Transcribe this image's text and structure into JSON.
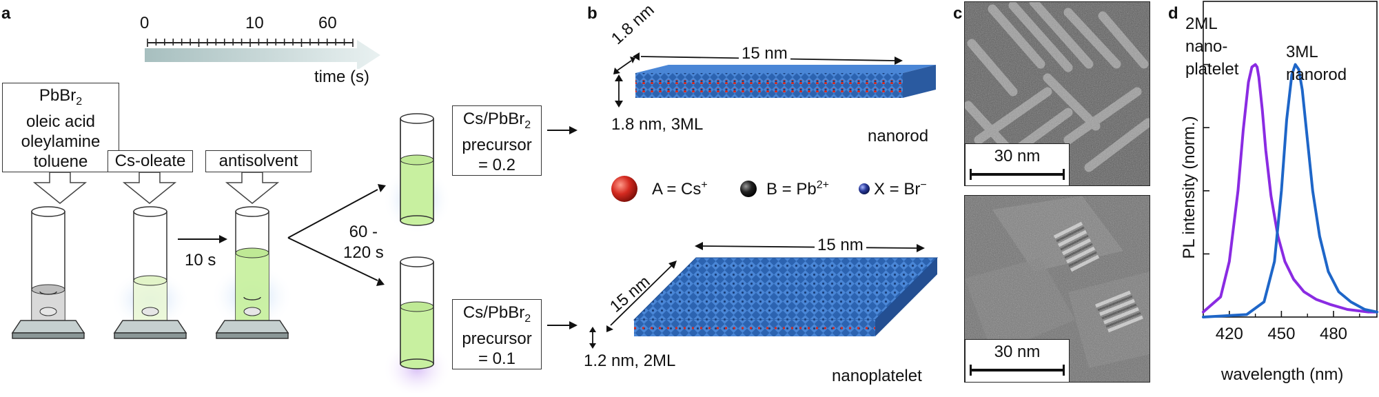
{
  "panels": {
    "a": "a",
    "b": "b",
    "c": "c",
    "d": "d"
  },
  "timeline": {
    "ticks": [
      "0",
      "10",
      "60"
    ],
    "axis_label": "time (s)"
  },
  "reagent_box": [
    "PbBr",
    "oleic acid",
    "oleylamine",
    "toluene"
  ],
  "reagent_subscript": "2",
  "cs_oleate": "Cs-oleate",
  "antisolvent": "antisolvent",
  "step_time": "10 s",
  "branch_time": [
    "60 -",
    "120 s"
  ],
  "precursor_top": {
    "line1": "Cs/PbBr",
    "sub": "2",
    "line2": "precursor",
    "line3": "= 0.2"
  },
  "precursor_bottom": {
    "line1": "Cs/PbBr",
    "sub": "2",
    "line2": "precursor",
    "line3": "= 0.1"
  },
  "nanorod": {
    "width": "1.8 nm",
    "length": "15 nm",
    "thickness": "1.8 nm, 3ML",
    "name": "nanorod"
  },
  "nanoplatelet": {
    "width": "15 nm",
    "length": "15 nm",
    "thickness": "1.2 nm, 2ML",
    "name": "nanoplatelet"
  },
  "legend": {
    "a": {
      "text": "A = Cs",
      "sup": "+"
    },
    "b": {
      "text": "B = Pb",
      "sup": "2+"
    },
    "x": {
      "text": "X = Br",
      "sup": "−"
    }
  },
  "em": {
    "scale_top": "30 nm",
    "scale_bottom": "30 nm"
  },
  "colors": {
    "blue": "#2a66b8",
    "purple": "#8a2be2",
    "green": "#c8f0a0",
    "cs_red": "#d42a20"
  },
  "chart_data": {
    "type": "line",
    "xlabel": "wavelength (nm)",
    "ylabel": "PL intensity (norm.)",
    "xlim": [
      405,
      505
    ],
    "ylim": [
      0,
      1.25
    ],
    "xticks": [
      "420",
      "450",
      "480"
    ],
    "series": [
      {
        "name": "2ML nano-platelet",
        "label_lines": [
          "2ML",
          "nano-",
          "platelet"
        ],
        "color": "#8a2be2",
        "x": [
          405,
          415,
          420,
          425,
          428,
          431,
          433,
          435,
          436,
          437,
          439,
          441,
          444,
          448,
          452,
          457,
          463,
          470,
          478,
          488,
          500,
          505
        ],
        "y": [
          0.02,
          0.08,
          0.22,
          0.5,
          0.74,
          0.93,
          0.99,
          1.0,
          0.99,
          0.95,
          0.82,
          0.66,
          0.48,
          0.32,
          0.22,
          0.15,
          0.1,
          0.07,
          0.05,
          0.03,
          0.02,
          0.02
        ]
      },
      {
        "name": "3ML nanorod",
        "label_lines": [
          "3ML",
          "nanorod"
        ],
        "color": "#1e66c8",
        "x": [
          405,
          430,
          440,
          446,
          450,
          453,
          456,
          458,
          460,
          462,
          465,
          468,
          472,
          477,
          483,
          490,
          498,
          505
        ],
        "y": [
          0.0,
          0.01,
          0.06,
          0.22,
          0.5,
          0.78,
          0.96,
          1.0,
          0.98,
          0.9,
          0.7,
          0.5,
          0.32,
          0.18,
          0.1,
          0.06,
          0.03,
          0.02
        ]
      }
    ]
  }
}
